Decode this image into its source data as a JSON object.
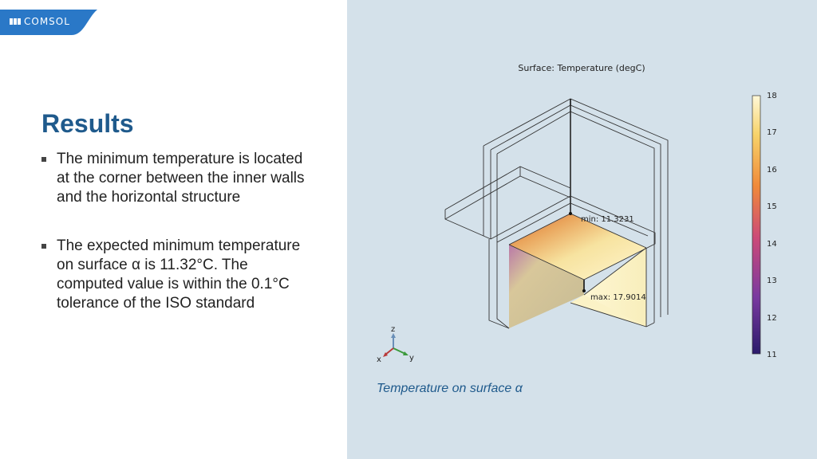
{
  "brand": {
    "logo_text": "COMSOL"
  },
  "slide": {
    "title": "Results",
    "bullets": [
      "The minimum temperature is located at the corner between the inner walls and the horizontal structure",
      "The expected minimum temperature on surface α is 11.32°C. The computed value is within the 0.1°C tolerance of the ISO standard"
    ]
  },
  "figure": {
    "plot_title": "Surface: Temperature (degC)",
    "min_label": "min: 11.3231",
    "max_label": "max: 17.9014",
    "colorbar_ticks": [
      "18",
      "17",
      "16",
      "15",
      "14",
      "13",
      "12",
      "11"
    ],
    "axes": {
      "z": "z",
      "x": "x",
      "y": "y"
    },
    "caption": "Temperature on surface α"
  },
  "colors": {
    "brand_blue": "#2a78c7",
    "title_blue": "#1f5a8c",
    "panel_bg": "#d4e1ea"
  }
}
